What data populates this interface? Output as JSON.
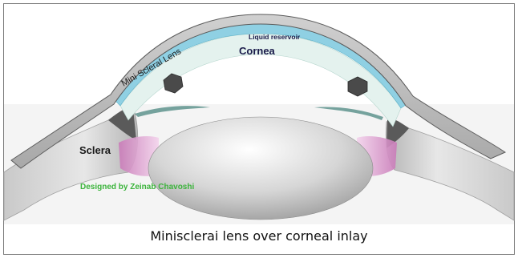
{
  "labels": {
    "liquid_reservoir": "Liquid reservoir",
    "cornea": "Cornea",
    "mini_scleral_lens": "Mini Scleral Lens",
    "sclera": "Sclera",
    "designer": "Designed by Zeinab Chavoshi"
  },
  "caption": "Minisclerai lens over corneal inlay",
  "colors": {
    "lens_fill": "#bdbdbd",
    "reservoir": "#8fd0e3",
    "cornea": "#e3f1ee",
    "designer_text": "#3cb43c",
    "iris_tint": "#d98ac9"
  }
}
